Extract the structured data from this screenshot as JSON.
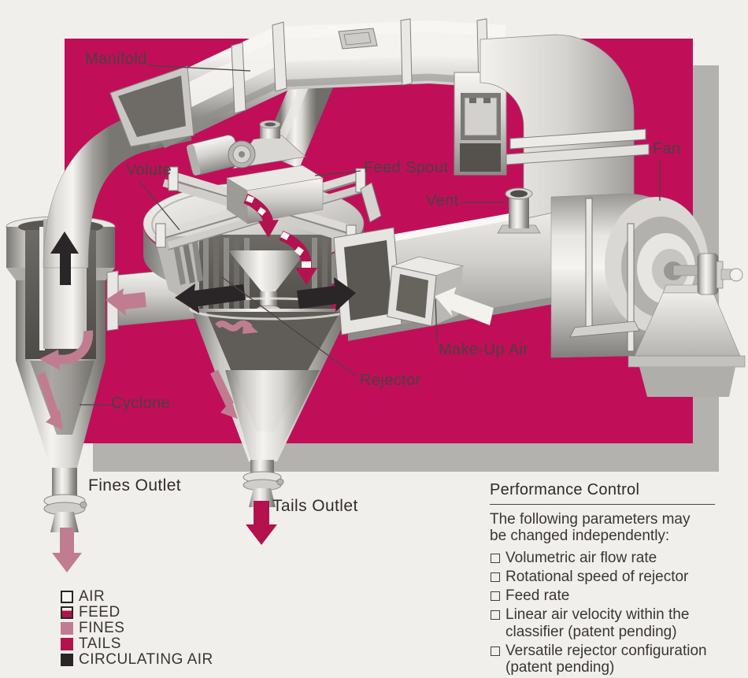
{
  "colors": {
    "panel_magenta": "#c00f58",
    "panel_shadow": "#b4b2ae",
    "page_background": "#f1efeb",
    "air_white": "#f8f6f2",
    "feed_crimson": "#b3124f",
    "fines_pink": "#c07d92",
    "tails_crimson": "#b3124f",
    "circulating_black": "#2b2527",
    "label_text": "#4a4041"
  },
  "labels": {
    "manifold": "Manifold",
    "volute": "Volute",
    "feed_spout": "Feed Spout",
    "vent": "Vent",
    "fan": "Fan",
    "make_up_air": "Make-Up Air",
    "rejector": "Rejector",
    "cyclone": "Cyclone",
    "fines_outlet": "Fines Outlet",
    "tails_outlet": "Tails Outlet"
  },
  "legend": {
    "items": [
      {
        "label": "AIR",
        "key": "air"
      },
      {
        "label": "FEED",
        "key": "feed"
      },
      {
        "label": "FINES",
        "key": "fines"
      },
      {
        "label": "TAILS",
        "key": "tails"
      },
      {
        "label": "CIRCULATING AIR",
        "key": "circulating"
      }
    ]
  },
  "performance_control": {
    "title": "Performance Control",
    "intro": [
      "The following parameters may",
      "be changed independently:"
    ],
    "parameters": [
      {
        "text": "Volumetric air flow rate",
        "text2": ""
      },
      {
        "text": "Rotational speed of rejector",
        "text2": ""
      },
      {
        "text": "Feed rate",
        "text2": ""
      },
      {
        "text": "Linear air velocity within the",
        "text2": "classifier (patent pending)"
      },
      {
        "text": "Versatile rejector configuration",
        "text2": "(patent pending)"
      }
    ]
  }
}
